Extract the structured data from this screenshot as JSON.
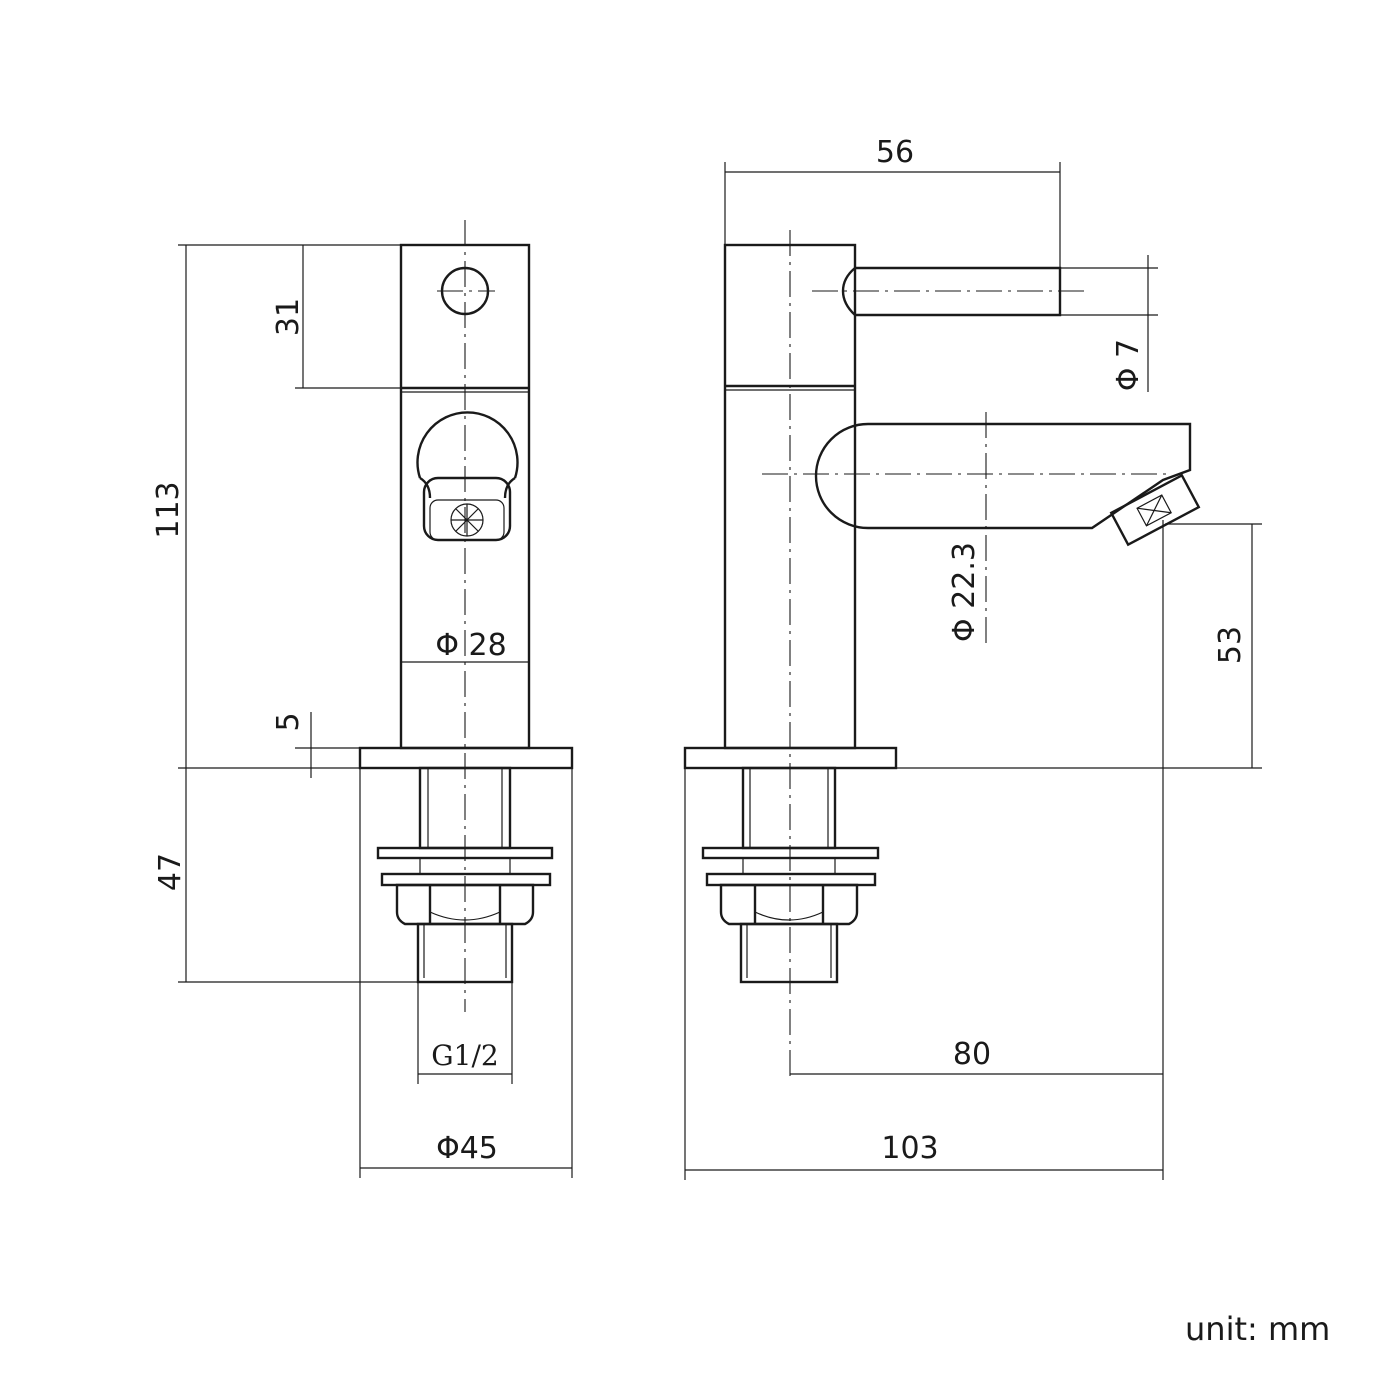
{
  "dimensions": {
    "overall_height": "113",
    "handle_section_height": "31",
    "base_plate_thickness": "5",
    "below_deck_length": "47",
    "body_diameter": "Φ 28",
    "thread_size": "G1/2",
    "base_diameter": "Φ45",
    "handle_length": "56",
    "handle_diameter": "Φ 7",
    "spout_diameter": "Φ 22.3",
    "spout_outlet_height": "53",
    "spout_reach": "80",
    "overall_depth": "103"
  },
  "unit_label": "unit: mm"
}
